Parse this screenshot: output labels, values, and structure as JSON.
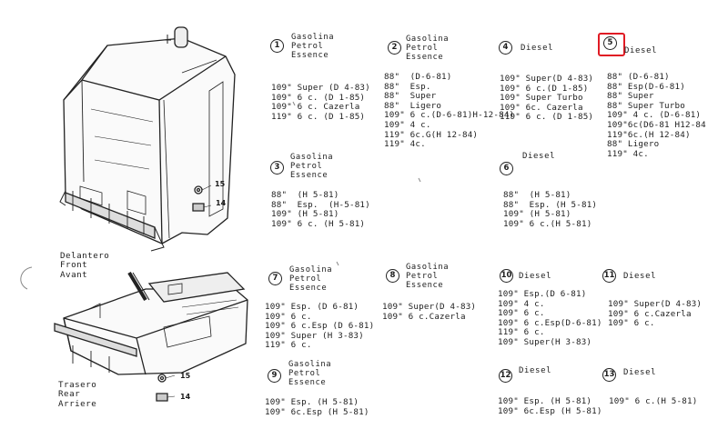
{
  "illustrations": {
    "front": {
      "label": "Delantero\nFront\nAvant",
      "callouts": [
        "15",
        "14"
      ]
    },
    "rear": {
      "label": "Trasero\nRear\nArriere",
      "callouts": [
        "15",
        "14"
      ]
    }
  },
  "groups": {
    "g1": {
      "num": "1",
      "fuel": "Gasolina\nPetrol\nEssence",
      "lines": "109\" Super (D 4-83)\n109\" 6 c. (D 1-85)\n109\" 6 c. Cazerla\n119\" 6 c. (D 1-85)"
    },
    "g2": {
      "num": "2",
      "fuel": "Gasolina\nPetrol\nEssence",
      "lines": "88\"  (D-6-81)\n88\"  Esp.\n88\"  Super\n88\"  Ligero\n109\" 6 c.(D-6-81)H-12-84)\n109\" 4 c.\n119\" 6c.G(H 12-84)\n119\" 4c."
    },
    "g3": {
      "num": "3",
      "fuel": "Gasolina\nPetrol\nEssence",
      "lines": "88\"  (H 5-81)\n88\"  Esp.  (H-5-81)\n109\" (H 5-81)\n109\" 6 c. (H 5-81)"
    },
    "g4": {
      "num": "4",
      "fuel": "Diesel",
      "lines": "109\" Super(D 4-83)\n109\" 6 c.(D 1-85)\n109\" Super Turbo\n109\" 6c. Cazerla\n119\" 6 c. (D 1-85)"
    },
    "g5": {
      "num": "5",
      "fuel": "Diesel",
      "lines": "88\" (D-6-81)\n88\" Esp(D-6-81)\n88\" Super\n88\" Super Turbo\n109\" 4 c. (D-6-81)\n109\"6c(D6-81 H12-84\n119\"6c.(H 12-84)\n88\" Ligero\n119\" 4c."
    },
    "g6": {
      "num": "6",
      "fuel": "Diesel",
      "lines": "88\"  (H 5-81)\n88\"  Esp. (H 5-81)\n109\" (H 5-81)\n109\" 6 c.(H 5-81)"
    },
    "g7": {
      "num": "7",
      "fuel": "Gasolina\nPetrol\nEssence",
      "lines": "109\" Esp. (D 6-81)\n109\" 6 c.\n109\" 6 c.Esp (D 6-81)\n109\" Super (H 3-83)\n119\" 6 c."
    },
    "g8": {
      "num": "8",
      "fuel": "Gasolina\nPetrol\nEssence",
      "lines": "109\" Super(D 4-83)\n109\" 6 c.Cazerla"
    },
    "g9": {
      "num": "9",
      "fuel": "Gasolina\nPetrol\nEssence",
      "lines": "109\" Esp. (H 5-81)\n109\" 6c.Esp (H 5-81)"
    },
    "g10": {
      "num": "10",
      "fuel": "Diesel",
      "lines": "109\" Esp.(D 6-81)\n109\" 4 c.\n109\" 6 c.\n109\" 6 c.Esp(D-6-81)\n119\" 6 c.\n109\" Super(H 3-83)"
    },
    "g11": {
      "num": "11",
      "fuel": "Diesel",
      "lines": "109\" Super(D 4-83)\n109\" 6 c.Cazerla\n109\" 6 c."
    },
    "g12": {
      "num": "12",
      "fuel": "Diesel",
      "lines": "109\" Esp. (H 5-81)\n109\" 6c.Esp (H 5-81)"
    },
    "g13": {
      "num": "13",
      "fuel": "Diesel",
      "lines": "109\" 6 c.(H 5-81)"
    }
  },
  "colors": {
    "ink": "#1e1e1e",
    "highlight": "#e01b24",
    "paper": "#ffffff"
  }
}
